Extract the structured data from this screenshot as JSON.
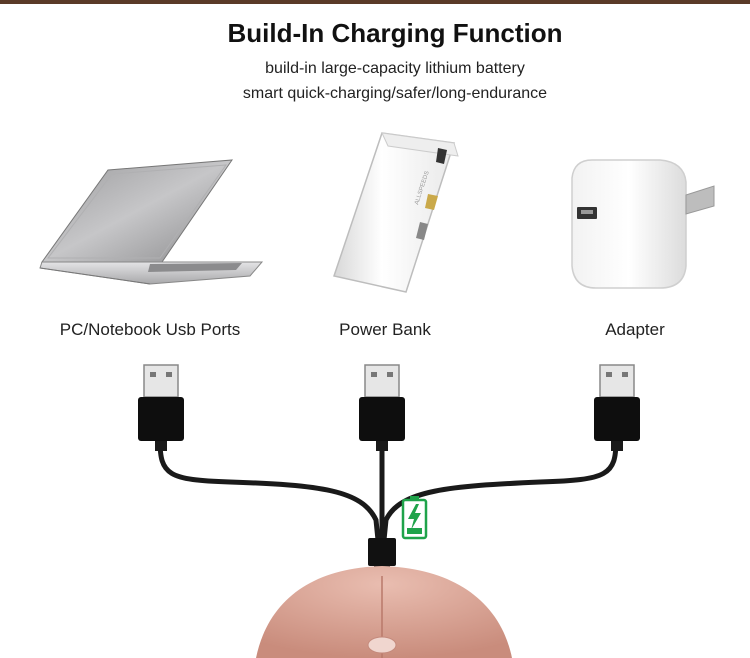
{
  "header": {
    "title": "Build-In Charging Function",
    "subtitle_line1": "build-in large-capacity lithium battery",
    "subtitle_line2": "smart quick-charging/safer/long-endurance"
  },
  "devices": [
    {
      "label": "PC/Notebook Usb Ports",
      "icon": "laptop-icon"
    },
    {
      "label": "Power Bank",
      "icon": "power-bank-icon"
    },
    {
      "label": "Adapter",
      "icon": "usb-adapter-icon"
    }
  ],
  "colors": {
    "top_bar": "#5a3a28",
    "cable": "#1a1a1a",
    "battery_green": "#1fa34a",
    "mouse_pink": "#d9a596"
  }
}
